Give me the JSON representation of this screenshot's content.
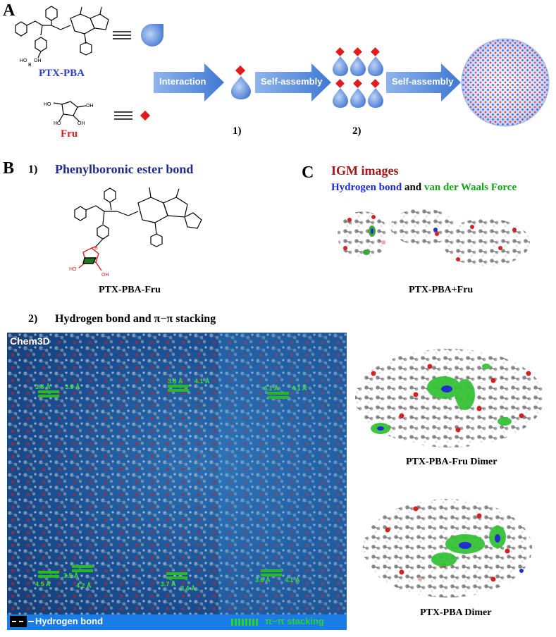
{
  "panel_a": {
    "letter": "A",
    "ptx_pba_label": "PTX-PBA",
    "fru_label": "Fru",
    "arrow_1": "Interaction",
    "arrow_2": "Self-assembly",
    "arrow_3": "Self-assembly",
    "stage_1": "1)",
    "stage_2": "2)",
    "colors": {
      "ptx_blue": "#2a3fc4",
      "fru_red": "#e11b1b",
      "arrow_blue": "#4a86d8"
    }
  },
  "panel_b": {
    "letter": "B",
    "sub1_num": "1)",
    "sub1_title": "Phenylboronic ester bond",
    "structure_caption": "PTX-PBA-Fru",
    "sub2_num": "2)",
    "sub2_title": "Hydrogen bond and  π−π stacking",
    "box_label": "Chem3D",
    "legend_hbond": "Hydrogen bond",
    "legend_pi": "π−π stacking",
    "distances": [
      "3.8 Å",
      "3.5 Å",
      "3.8 Å",
      "4.1 Å",
      "4.1 Å",
      "4.1 Å",
      "4.5 Å",
      "3.5 Å",
      "4.2 Å",
      "3.7 Å",
      "3.4 Å",
      "3.6 Å",
      "4.1 Å"
    ]
  },
  "panel_c": {
    "letter": "C",
    "title": "IGM images",
    "subtitle_hbond": "Hydrogen bond",
    "subtitle_and": "and",
    "subtitle_vdw": "van der Waals Force",
    "caption_1": "PTX-PBA+Fru",
    "caption_2": "PTX-PBA-Fru Dimer",
    "caption_3": "PTX-PBA Dimer",
    "colors": {
      "hbond_blue": "#1b2bd6",
      "vdw_green": "#14a314"
    }
  }
}
